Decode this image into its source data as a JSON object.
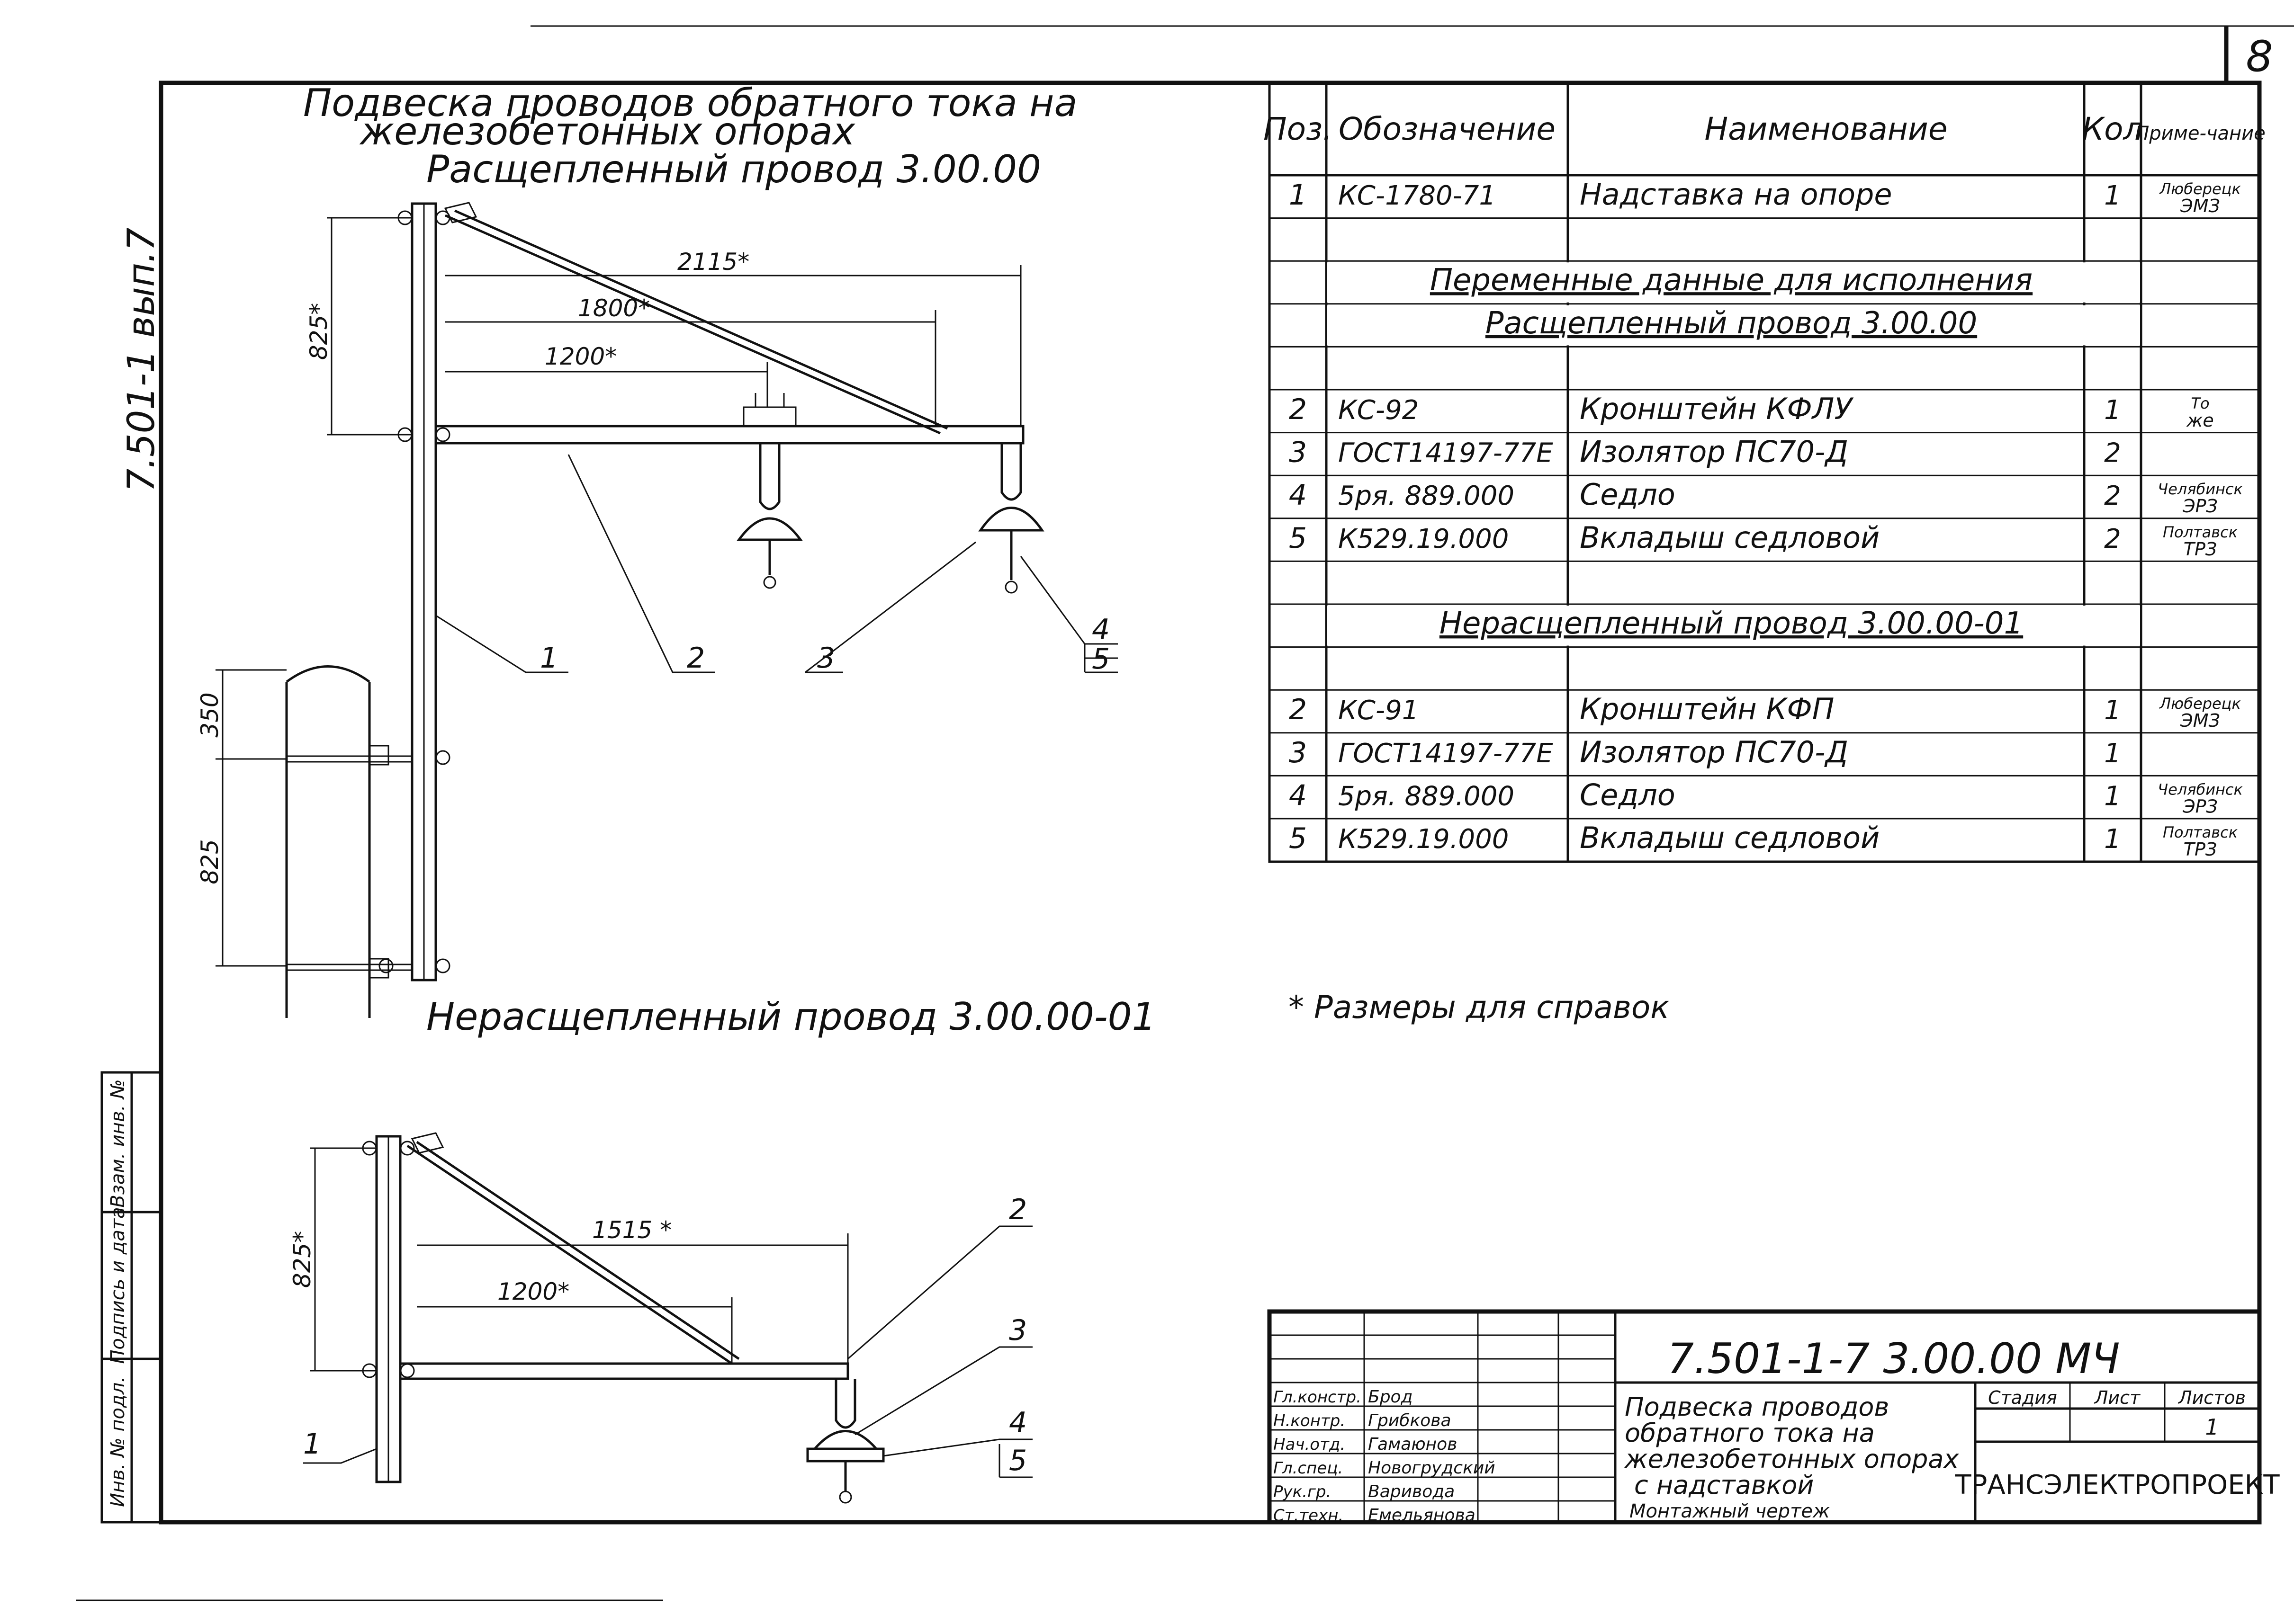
{
  "sheet": {
    "page_number": "8",
    "side_code": "7.501-1 вып.7",
    "title_line1": "Подвеска проводов обратного тока на",
    "title_line2": "железобетонных опорах",
    "view1_caption": "Расщепленный провод 3.00.00",
    "view2_caption": "Нерасщепленный провод 3.00.00-01",
    "footnote": "* Размеры для справок"
  },
  "view1": {
    "dims": {
      "d2115": "2115*",
      "d1800": "1800*",
      "d1200": "1200*",
      "d825": "825*",
      "d350": "350",
      "d825b": "825"
    },
    "callouts": [
      "1",
      "2",
      "3",
      "4",
      "5"
    ]
  },
  "view2": {
    "dims": {
      "d1515": "1515 *",
      "d1200": "1200*",
      "d825": "825*"
    },
    "callouts": [
      "1",
      "2",
      "3",
      "4",
      "5"
    ]
  },
  "spec_table": {
    "headers": {
      "pos": "Поз.",
      "designation": "Обозначение",
      "name": "Наименование",
      "qty": "Кол",
      "note": "Приме-чание"
    },
    "rows": [
      {
        "pos": "1",
        "designation": "КС-1780-71",
        "name": "Надставка на опоре",
        "qty": "1",
        "note": "Люберецк ЭМЗ"
      },
      {
        "pos": "",
        "designation": "",
        "name": "",
        "qty": "",
        "note": ""
      },
      {
        "section": "Переменные данные для исполнения"
      },
      {
        "section": "Расщепленный провод 3.00.00"
      },
      {
        "pos": "",
        "designation": "",
        "name": "",
        "qty": "",
        "note": ""
      },
      {
        "pos": "2",
        "designation": "КС-92",
        "name": "Кронштейн КФЛУ",
        "qty": "1",
        "note": "То же"
      },
      {
        "pos": "3",
        "designation": "ГОСТ14197-77Е",
        "name": "Изолятор ПС70-Д",
        "qty": "2",
        "note": ""
      },
      {
        "pos": "4",
        "designation": "5ря. 889.000",
        "name": "Седло",
        "qty": "2",
        "note": "Челябинск ЭРЗ"
      },
      {
        "pos": "5",
        "designation": "К529.19.000",
        "name": "Вкладыш седловой",
        "qty": "2",
        "note": "Полтавск ТРЗ"
      },
      {
        "pos": "",
        "designation": "",
        "name": "",
        "qty": "",
        "note": ""
      },
      {
        "section": "Нерасщепленный провод 3.00.00-01"
      },
      {
        "pos": "",
        "designation": "",
        "name": "",
        "qty": "",
        "note": ""
      },
      {
        "pos": "2",
        "designation": "КС-91",
        "name": "Кронштейн КФП",
        "qty": "1",
        "note": "Люберецк ЭМЗ"
      },
      {
        "pos": "3",
        "designation": "ГОСТ14197-77Е",
        "name": "Изолятор ПС70-Д",
        "qty": "1",
        "note": ""
      },
      {
        "pos": "4",
        "designation": "5ря. 889.000",
        "name": "Седло",
        "qty": "1",
        "note": "Челябинск ЭРЗ"
      },
      {
        "pos": "5",
        "designation": "К529.19.000",
        "name": "Вкладыш седловой",
        "qty": "1",
        "note": "Полтавск ТРЗ"
      }
    ]
  },
  "left_stamp": [
    "Инв. № подл.",
    "Подпись и дата",
    "Взам. инв. №"
  ],
  "title_block": {
    "code": "7.501-1-7 3.00.00 МЧ",
    "description_lines": [
      "Подвеска проводов",
      "обратного тока на",
      "железобетонных опорах",
      "с надставкой"
    ],
    "doc_type": "Монтажный чертеж",
    "stage_label": "Стадия",
    "sheet_label": "Лист",
    "sheets_label": "Листов",
    "sheets_value": "1",
    "company": "ТРАНСЭЛЕКТРОПРОЕКТ",
    "roles": [
      {
        "role": "Гл.констр.",
        "name": "Брод"
      },
      {
        "role": "Н.контр.",
        "name": "Грибкова"
      },
      {
        "role": "Нач.отд.",
        "name": "Гамаюнов"
      },
      {
        "role": "Гл.спец.",
        "name": "Новогрудский"
      },
      {
        "role": "Рук.гр.",
        "name": "Варивода"
      },
      {
        "role": "Ст.техн.",
        "name": "Емельянова"
      }
    ]
  }
}
